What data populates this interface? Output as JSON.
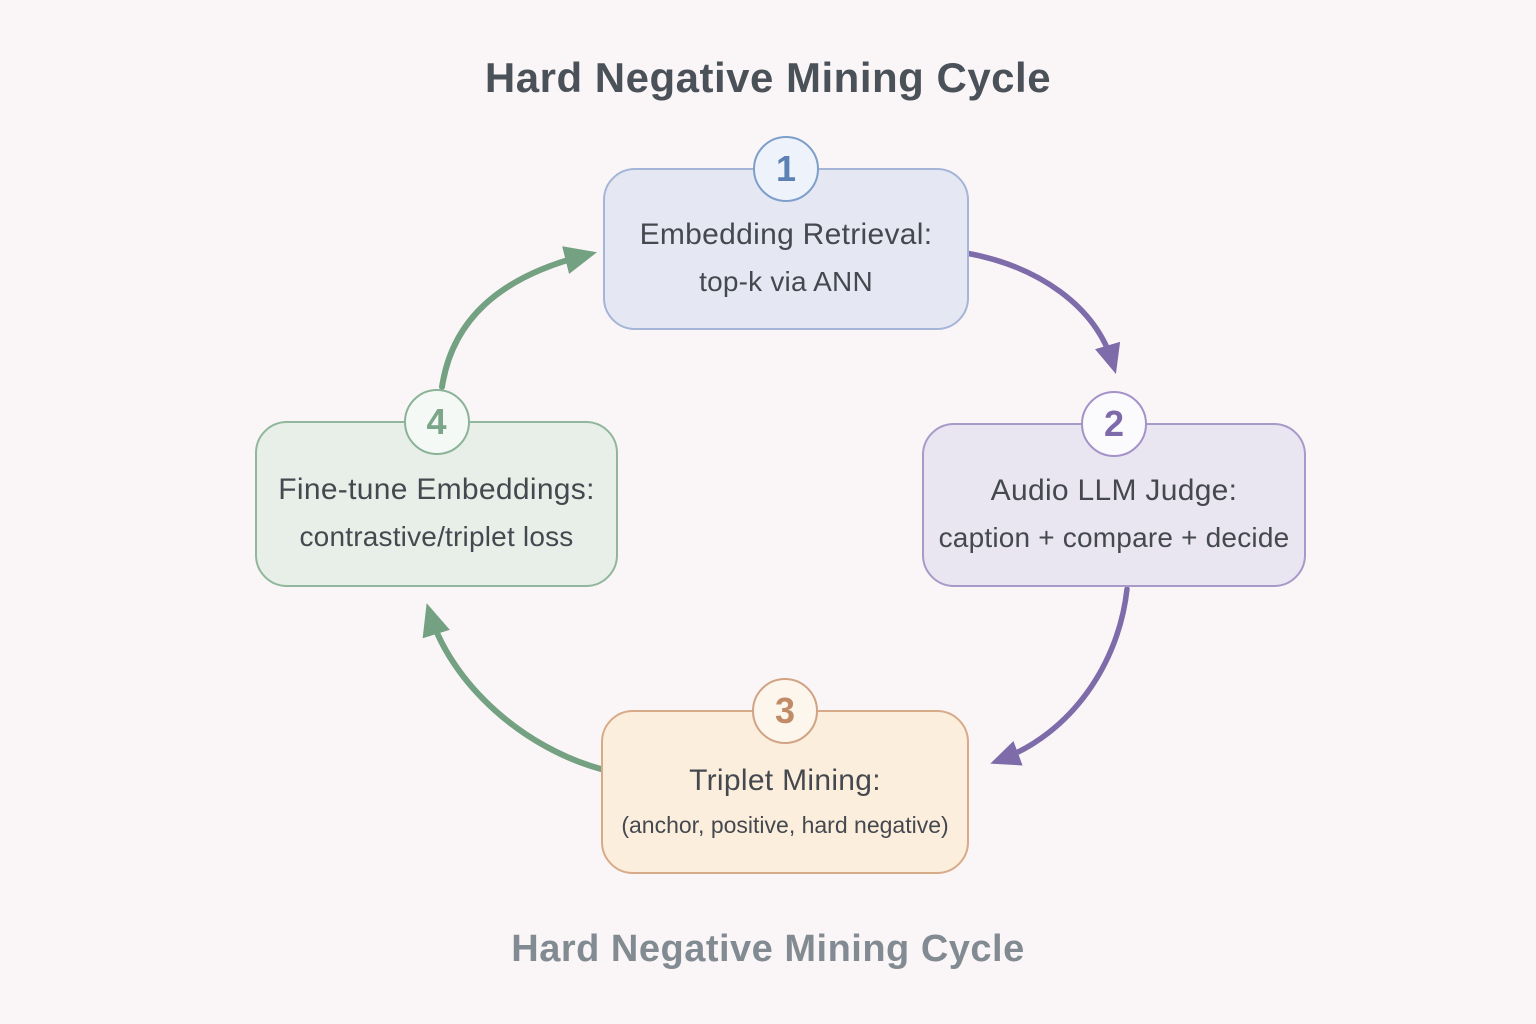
{
  "title": "Hard Negative Mining Cycle",
  "caption": "Hard Negative Mining Cycle",
  "nodes": [
    {
      "number": "1",
      "line1": "Embedding Retrieval:",
      "line2": "top-k via ANN",
      "fill": "#e5e8f3",
      "border": "#a5b5d7",
      "number_color": "#5c81b4"
    },
    {
      "number": "2",
      "line1": "Audio LLM Judge:",
      "line2": "caption + compare + decide",
      "fill": "#e9e5f1",
      "border": "#a79ac8",
      "number_color": "#7e6aab"
    },
    {
      "number": "3",
      "line1": "Triplet Mining:",
      "line2": "(anchor, positive, hard negative)",
      "fill": "#fbeedd",
      "border": "#d8ab88",
      "number_color": "#c18b68"
    },
    {
      "number": "4",
      "line1": "Fine-tune Embeddings:",
      "line2": "contrastive/triplet loss",
      "fill": "#e8efe9",
      "border": "#90b79c",
      "number_color": "#7ba689"
    }
  ],
  "arrows": [
    {
      "from": "1",
      "to": "2",
      "color": "#7e6caa"
    },
    {
      "from": "2",
      "to": "3",
      "color": "#7e6caa"
    },
    {
      "from": "3",
      "to": "4",
      "color": "#74a181"
    },
    {
      "from": "4",
      "to": "1",
      "color": "#74a181"
    }
  ],
  "colors": {
    "background": "#faf6f8",
    "title": "#4b5158",
    "caption": "#828b92",
    "node_text": "#45494f",
    "purple_arrow": "#7e6caa",
    "green_arrow": "#74a181"
  }
}
